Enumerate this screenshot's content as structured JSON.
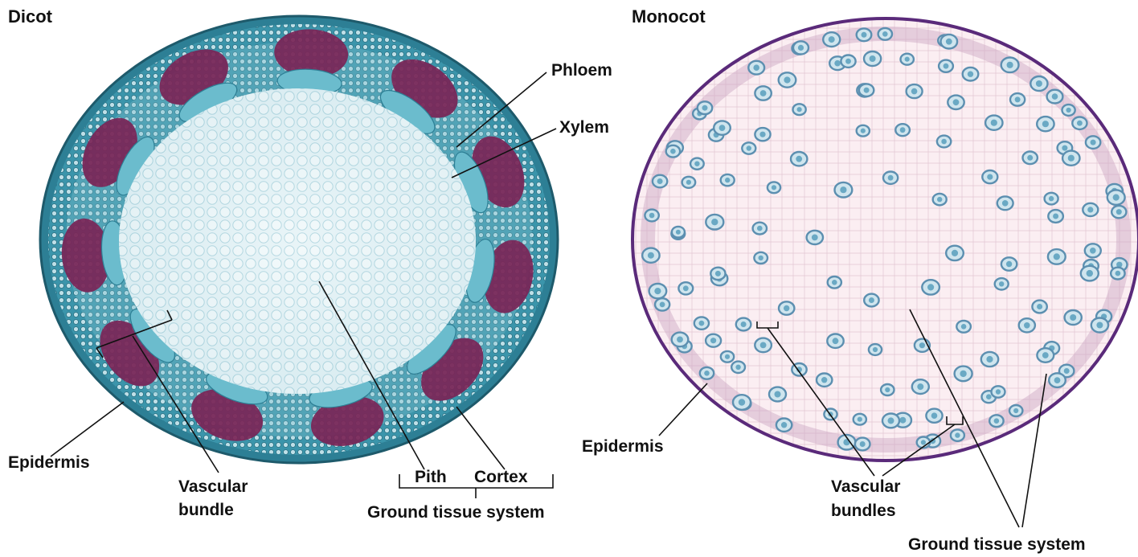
{
  "panels": {
    "dicot": {
      "title": "Dicot",
      "labels": {
        "phloem": "Phloem",
        "xylem": "Xylem",
        "epidermis": "Epidermis",
        "vascular_bundle_line1": "Vascular",
        "vascular_bundle_line2": "bundle",
        "pith": "Pith",
        "cortex": "Cortex",
        "ground_tissue": "Ground tissue system"
      }
    },
    "monocot": {
      "title": "Monocot",
      "labels": {
        "epidermis": "Epidermis",
        "vascular_bundles_line1": "Vascular",
        "vascular_bundles_line2": "bundles",
        "ground_tissue": "Ground tissue system"
      }
    }
  },
  "colors": {
    "dicot_outer": "#4aa3b8",
    "dicot_pith": "#dff0f5",
    "dicot_phloem": "#7a2456",
    "dicot_xylem": "#6bbccd",
    "monocot_fill": "#f7e6ec",
    "monocot_rim": "#5a2a7a",
    "monocot_bundle": "#5c8fb0"
  }
}
